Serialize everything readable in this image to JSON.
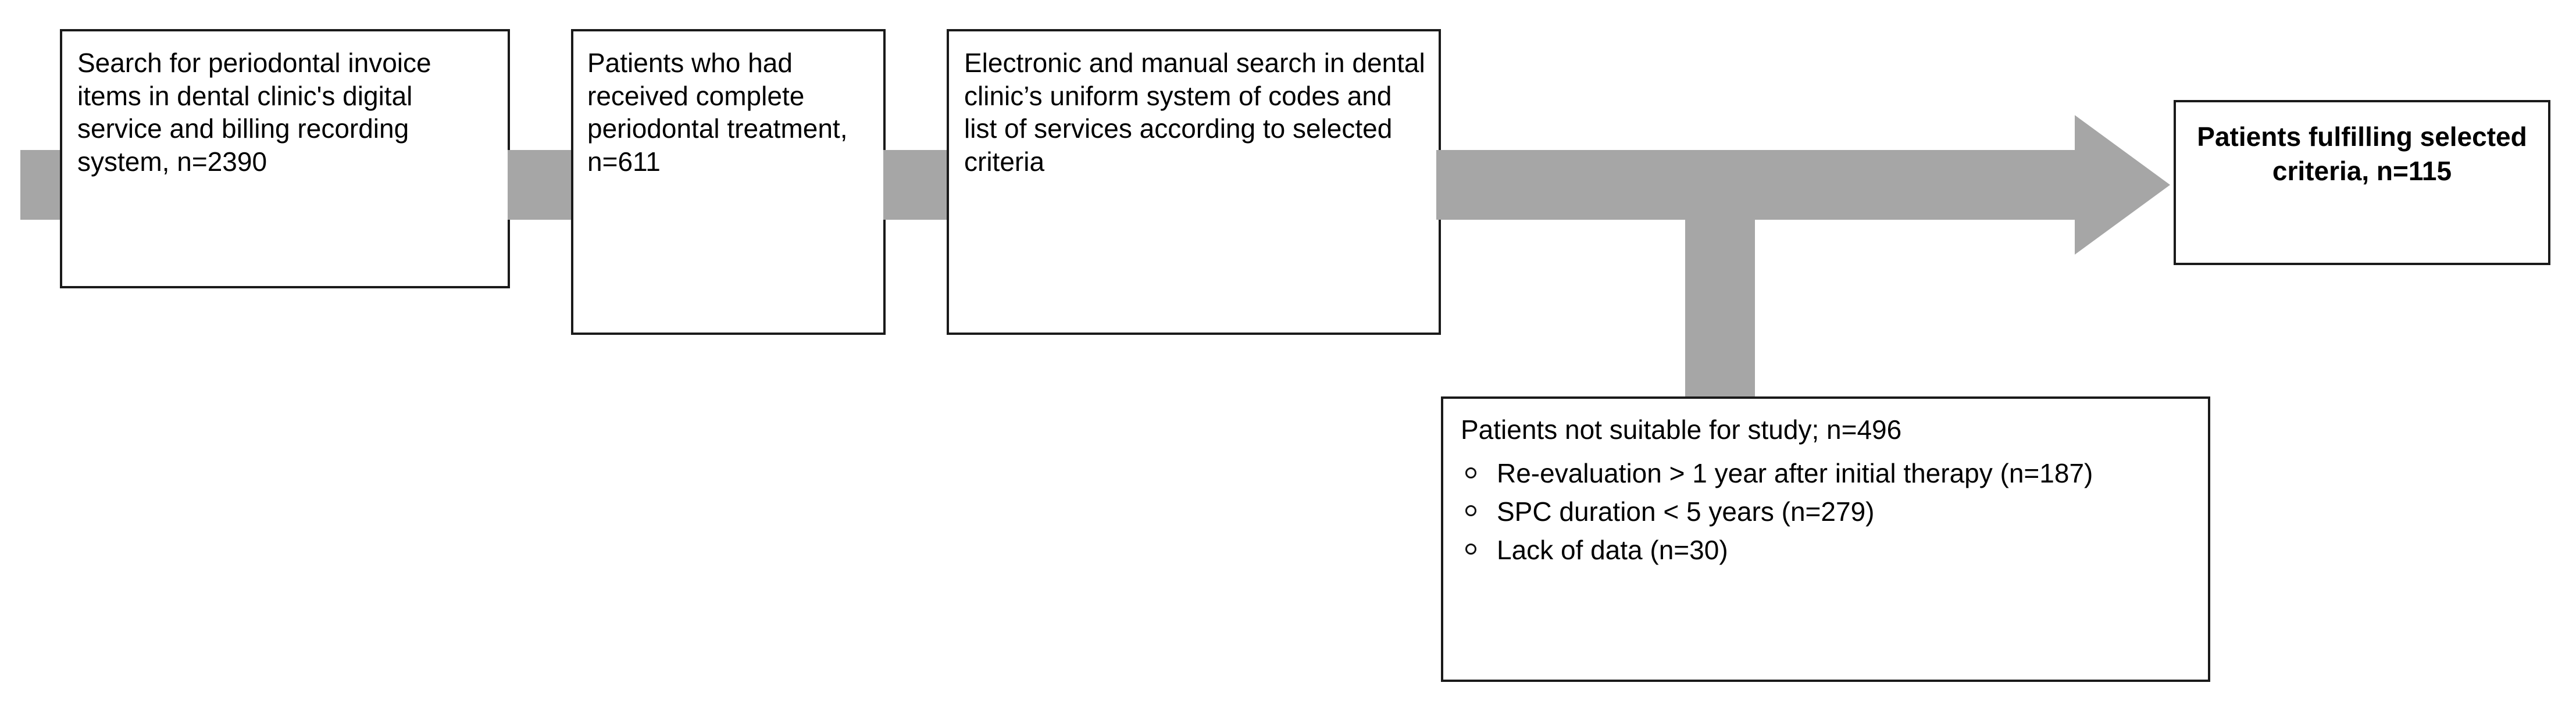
{
  "figure": {
    "type": "flowchart",
    "orientation": "left-to-right with downward exclusion branch",
    "colors": {
      "arrow_gray": "#a6a6a6",
      "box_border": "#1a1a1a",
      "text": "#000000",
      "background": "#ffffff"
    }
  },
  "nodes": {
    "source": {
      "text": "Search for periodontal invoice items in dental clinic's digital service and billing recording system, n=2390",
      "n": 2390,
      "bold": false
    },
    "treated": {
      "text": "Patients who had received complete periodontal treatment, n=611",
      "n": 611,
      "bold": false
    },
    "search": {
      "text": "Electronic and manual search in dental clinic’s uniform system of codes and list of services according to selected criteria",
      "bold": false
    },
    "result": {
      "text": "Patients fulfilling selected criteria, n=115",
      "n": 115,
      "bold": true
    },
    "excluded": {
      "title": "Patients not suitable for study; n=496",
      "n": 496,
      "items": [
        "Re-evaluation > 1 year after initial therapy (n=187)",
        "SPC duration < 5 years (n=279)",
        "Lack of data (n=30)"
      ],
      "item_counts": [
        187,
        279,
        30
      ]
    }
  },
  "connectors": [
    {
      "name": "stub-into-source",
      "kind": "bar"
    },
    {
      "name": "source-to-treated",
      "kind": "bar"
    },
    {
      "name": "treated-to-search",
      "kind": "bar"
    },
    {
      "name": "search-to-result-and-excluded",
      "kind": "t-branch-arrow"
    }
  ]
}
